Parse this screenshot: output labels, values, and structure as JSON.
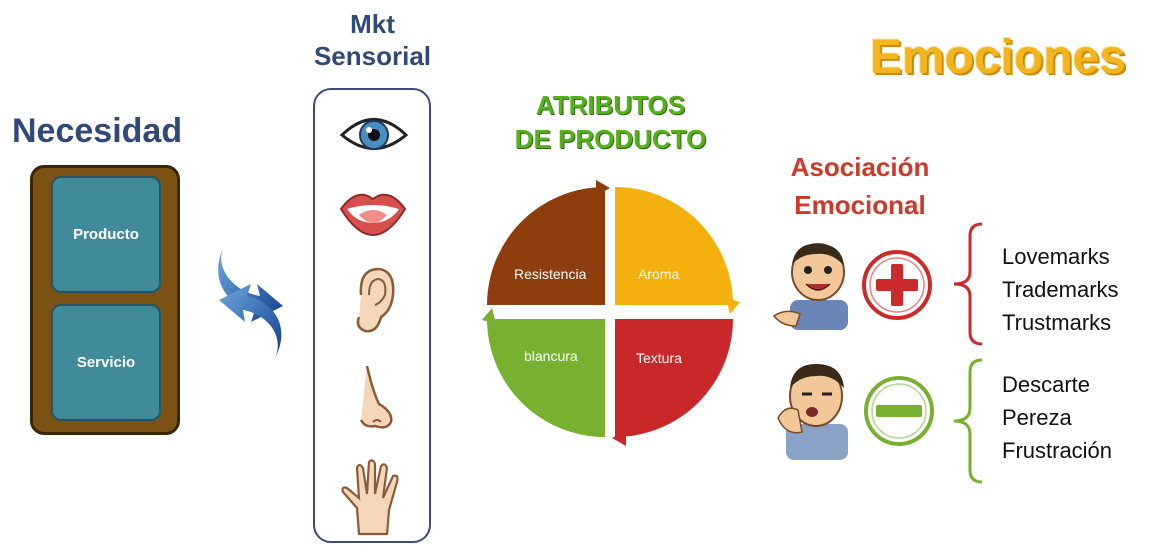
{
  "necesidad": {
    "title": "Necesidad",
    "items": [
      "Producto",
      "Servicio"
    ]
  },
  "mkt_sensorial": {
    "title_line1": "Mkt",
    "title_line2": "Sensorial",
    "senses": [
      "eye-icon",
      "mouth-icon",
      "ear-icon",
      "nose-icon",
      "hand-icon"
    ]
  },
  "atributos": {
    "title_line1": "ATRIBUTOS",
    "title_line2": "DE PRODUCTO",
    "quadrants": [
      {
        "label": "Resistencia",
        "color": "#8e3e0c"
      },
      {
        "label": "Aroma",
        "color": "#f4b00c"
      },
      {
        "label": "blancura",
        "color": "#78b030"
      },
      {
        "label": "Textura",
        "color": "#c8282a"
      }
    ]
  },
  "emociones": {
    "title": "Emociones",
    "asociacion_line1": "Asociación",
    "asociacion_line2": "Emocional",
    "positive": {
      "icon": "plus-icon",
      "color": "#cc2a2a",
      "items": [
        "Lovemarks",
        "Trademarks",
        "Trustmarks"
      ]
    },
    "negative": {
      "icon": "minus-icon",
      "color": "#78b030",
      "items": [
        "Descarte",
        "Pereza",
        "Frustración"
      ]
    }
  },
  "colors": {
    "navy": "#2f4a7a",
    "brown": "#7a5213",
    "teal": "#3f8b9c",
    "arrow_blue": "#1f5fb0"
  }
}
